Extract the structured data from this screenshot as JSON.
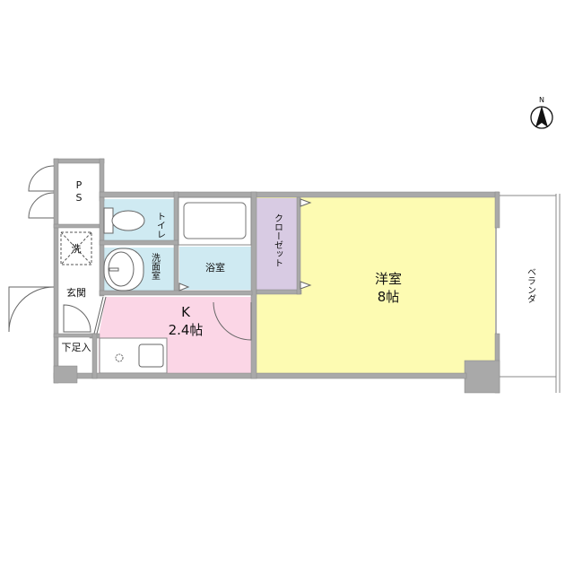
{
  "plan": {
    "type": "1K floor plan",
    "compass": {
      "label": "N"
    },
    "rooms": {
      "ps": {
        "label_1": "P",
        "label_2": "S"
      },
      "toilet": {
        "label": "トイレ",
        "color": "#cfeaf2"
      },
      "washroom": {
        "label": "洗面室",
        "color": "#cfeaf2"
      },
      "bath": {
        "label": "浴室",
        "color": "#cfeaf2"
      },
      "closet": {
        "label": "クローゼット",
        "color": "#d8cbe3"
      },
      "western": {
        "label": "洋室",
        "size": "8帖",
        "color": "#fdfbb2"
      },
      "kitchen": {
        "label": "K",
        "size": "2.4帖",
        "color": "#fbd6e6"
      },
      "entrance": {
        "label": "玄関"
      },
      "shoe": {
        "label": "下足入"
      },
      "laundry": {
        "label": "洗"
      },
      "balcony": {
        "label": "ベランダ"
      }
    },
    "colors": {
      "wall": "#a9a9a9",
      "wall_stroke": "#888888",
      "line": "#555555"
    }
  }
}
